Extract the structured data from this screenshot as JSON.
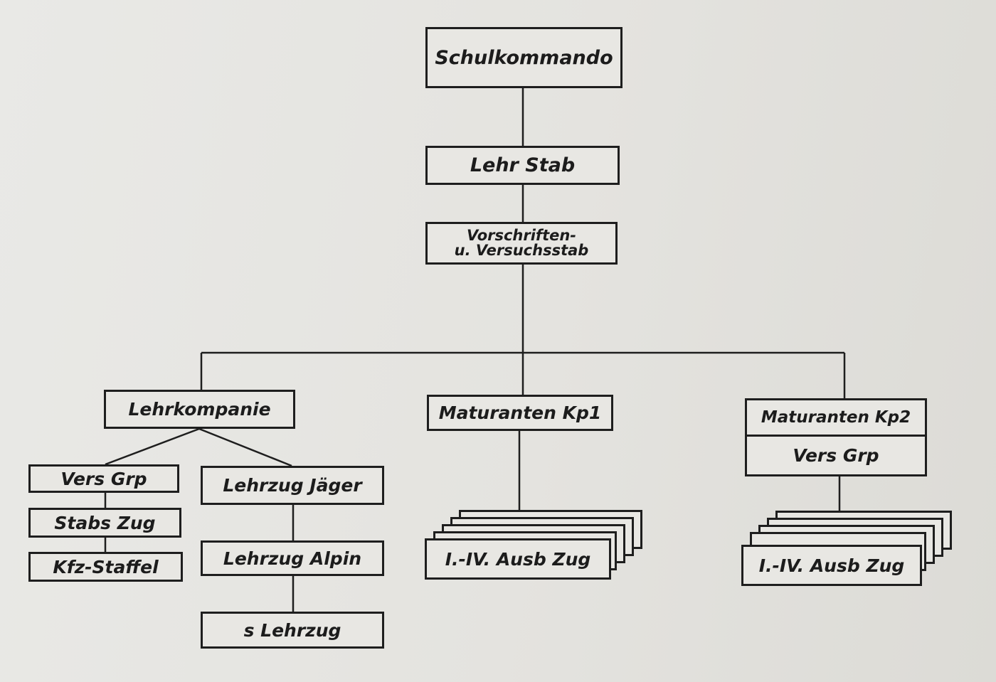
{
  "diagram": {
    "root": "Schulkommando",
    "lehrstab": "Lehr Stab",
    "vorschriften": [
      "Vorschriften-",
      "u. Versuchsstab"
    ],
    "lehrkompanie": "Lehrkompanie",
    "maturanten1": "Maturanten Kp1",
    "maturanten2": "Maturanten Kp2",
    "vers_grp_right": "Vers Grp",
    "vers_grp_left": "Vers Grp",
    "stabszug": "Stabs Zug",
    "kfz_staffel": "Kfz-Staffel",
    "lehrzug_jaeger": "Lehrzug Jäger",
    "lehrzug_alpin": "Lehrzug Alpin",
    "s_lehrzug": "s Lehrzug",
    "ausb_zug_1": "I.-IV. Ausb Zug",
    "ausb_zug_2": "I.-IV. Ausb Zug"
  }
}
